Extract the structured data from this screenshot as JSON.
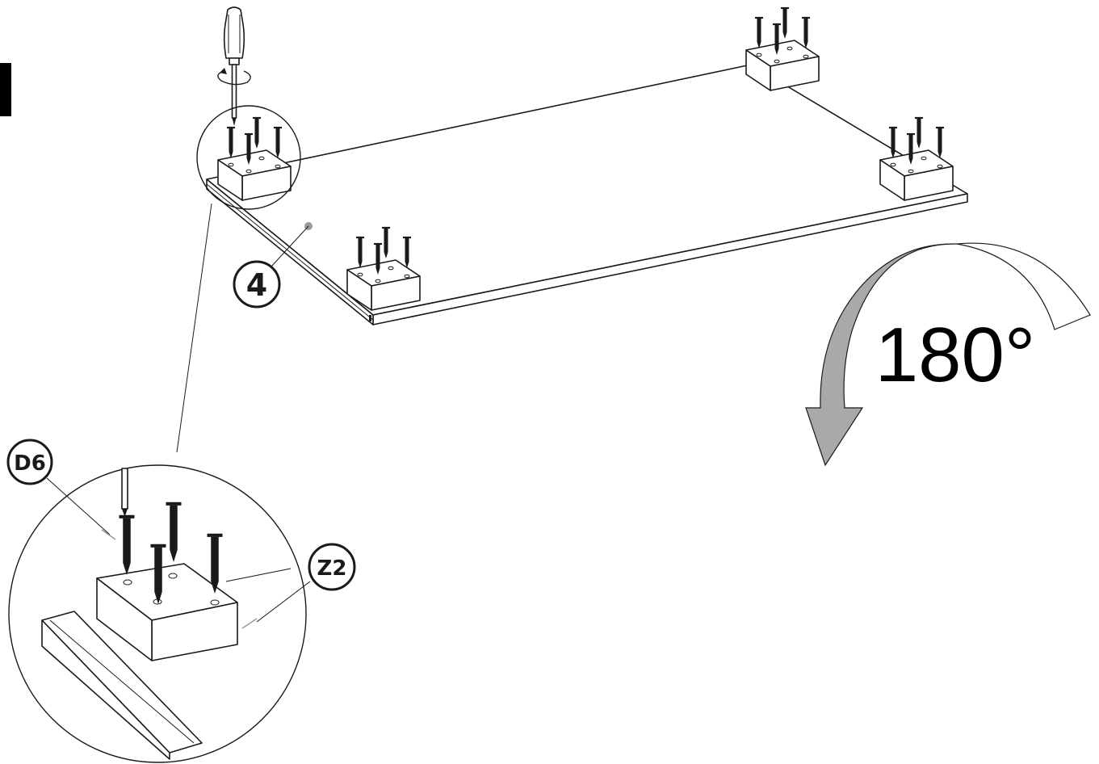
{
  "labels": {
    "part_board": "4",
    "part_screw": "D6",
    "part_foot": "Z2",
    "rotation": "180°"
  },
  "colors": {
    "line": "#1a1a1a",
    "arrow_fill": "#a9a9a9",
    "arrow_back": "#ffffff",
    "callout_dot": "#9a9a9a",
    "tab_mark": "#000000"
  },
  "icons": [
    "screwdriver-icon",
    "rotation-arrow-icon",
    "screw-icon"
  ]
}
